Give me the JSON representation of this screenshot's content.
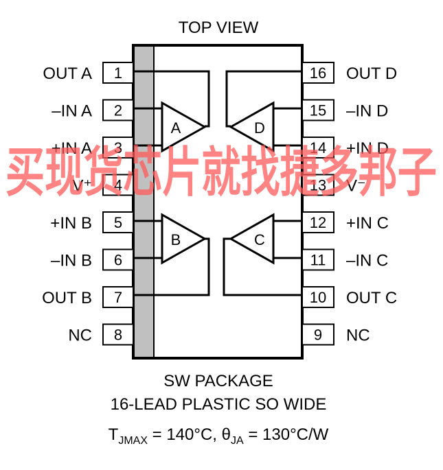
{
  "title": "TOP VIEW",
  "left_pins": [
    {
      "num": "1",
      "label": "OUT A"
    },
    {
      "num": "2",
      "label": "–IN A"
    },
    {
      "num": "3",
      "label": "+IN A"
    },
    {
      "num": "4",
      "label": "V⁺"
    },
    {
      "num": "5",
      "label": "+IN B"
    },
    {
      "num": "6",
      "label": "–IN B"
    },
    {
      "num": "7",
      "label": "OUT B"
    },
    {
      "num": "8",
      "label": "NC"
    }
  ],
  "right_pins": [
    {
      "num": "16",
      "label": "OUT D"
    },
    {
      "num": "15",
      "label": "–IN D"
    },
    {
      "num": "14",
      "label": "+IN D"
    },
    {
      "num": "13",
      "label": "V⁻"
    },
    {
      "num": "12",
      "label": "+IN C"
    },
    {
      "num": "11",
      "label": "–IN C"
    },
    {
      "num": "10",
      "label": "OUT C"
    },
    {
      "num": "9",
      "label": "NC"
    }
  ],
  "amplifiers": {
    "a": "A",
    "b": "B",
    "c": "C",
    "d": "D"
  },
  "caption": {
    "line1": "SW PACKAGE",
    "line2": "16-LEAD PLASTIC SO WIDE",
    "t_symbol": "T",
    "t_sub": "JMAX",
    "t_value": " = 140°C, ",
    "theta_symbol": "θ",
    "theta_sub": "JA",
    "theta_value": " = 130°C/W"
  },
  "watermark": "买现货芯片就找捷多邦子",
  "colors": {
    "watermark": "#ff5a5a",
    "pin1_stripe": "#c0c0c0"
  }
}
